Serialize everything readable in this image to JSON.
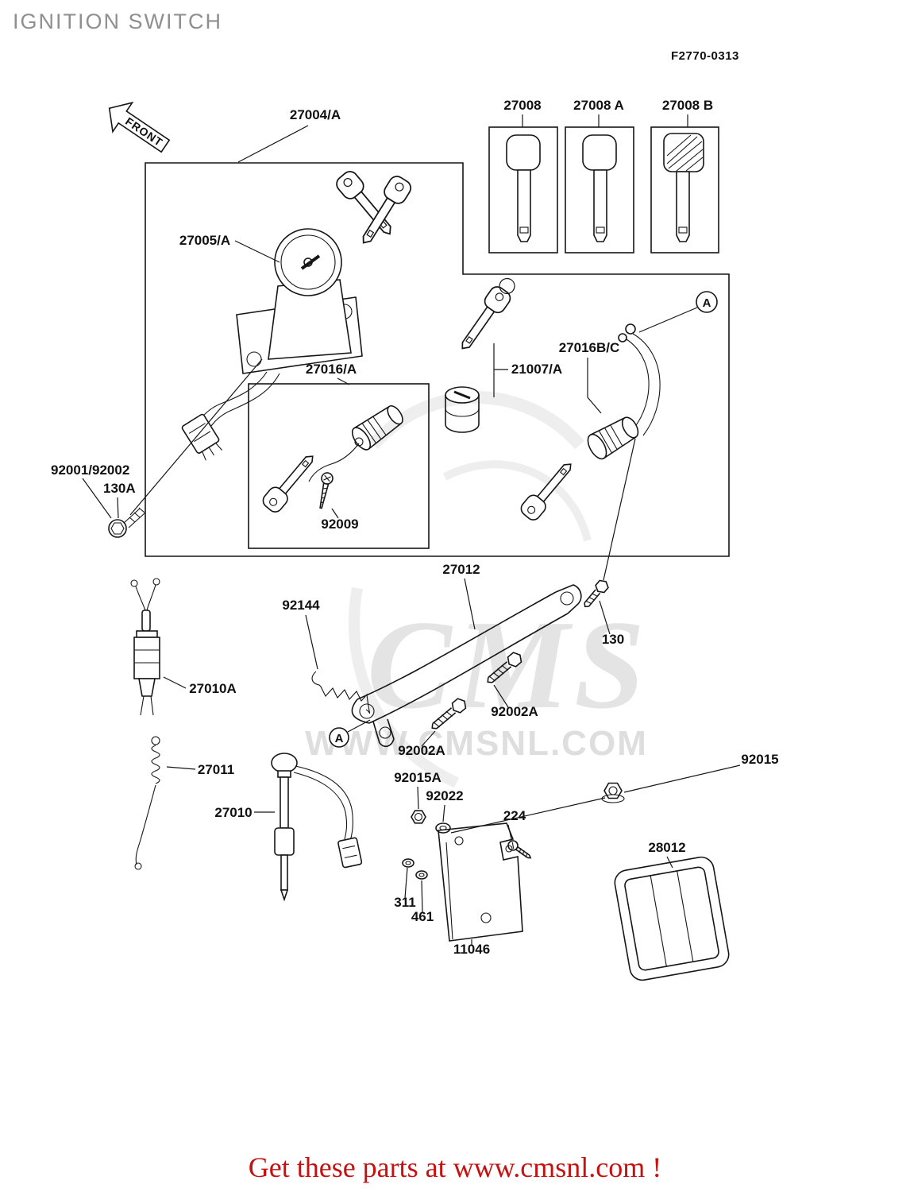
{
  "header": {
    "title": "IGNITION SWITCH",
    "figure_code": "F2770-0313"
  },
  "diagram": {
    "front_label": "FRONT",
    "callout_a": "A",
    "watermark": {
      "line1": "CMS",
      "line2": "WWW.CMSNL.COM"
    },
    "parts": {
      "p27004": "27004/A",
      "p27008": "27008",
      "p27008a": "27008 A",
      "p27008b": "27008 B",
      "p27005": "27005/A",
      "p27016a": "27016/A",
      "p21007": "21007/A",
      "p27016bc": "27016B/C",
      "p92001": "92001/92002",
      "p130a": "130A",
      "p92009": "92009",
      "p27012": "27012",
      "p92144": "92144",
      "p27010a": "27010A",
      "p92002a_1": "92002A",
      "p92002a_2": "92002A",
      "p130": "130",
      "p27011": "27011",
      "p27010": "27010",
      "p92015a": "92015A",
      "p92022": "92022",
      "p224": "224",
      "p92015": "92015",
      "p28012": "28012",
      "p311": "311",
      "p461": "461",
      "p11046": "11046"
    }
  },
  "footer": {
    "text": "Get these parts at www.cmsnl.com !"
  },
  "colors": {
    "footer_red": "#c61111",
    "title_gray": "#8f8f8f",
    "line_black": "#161616",
    "watermark_gray": "#dadada"
  }
}
